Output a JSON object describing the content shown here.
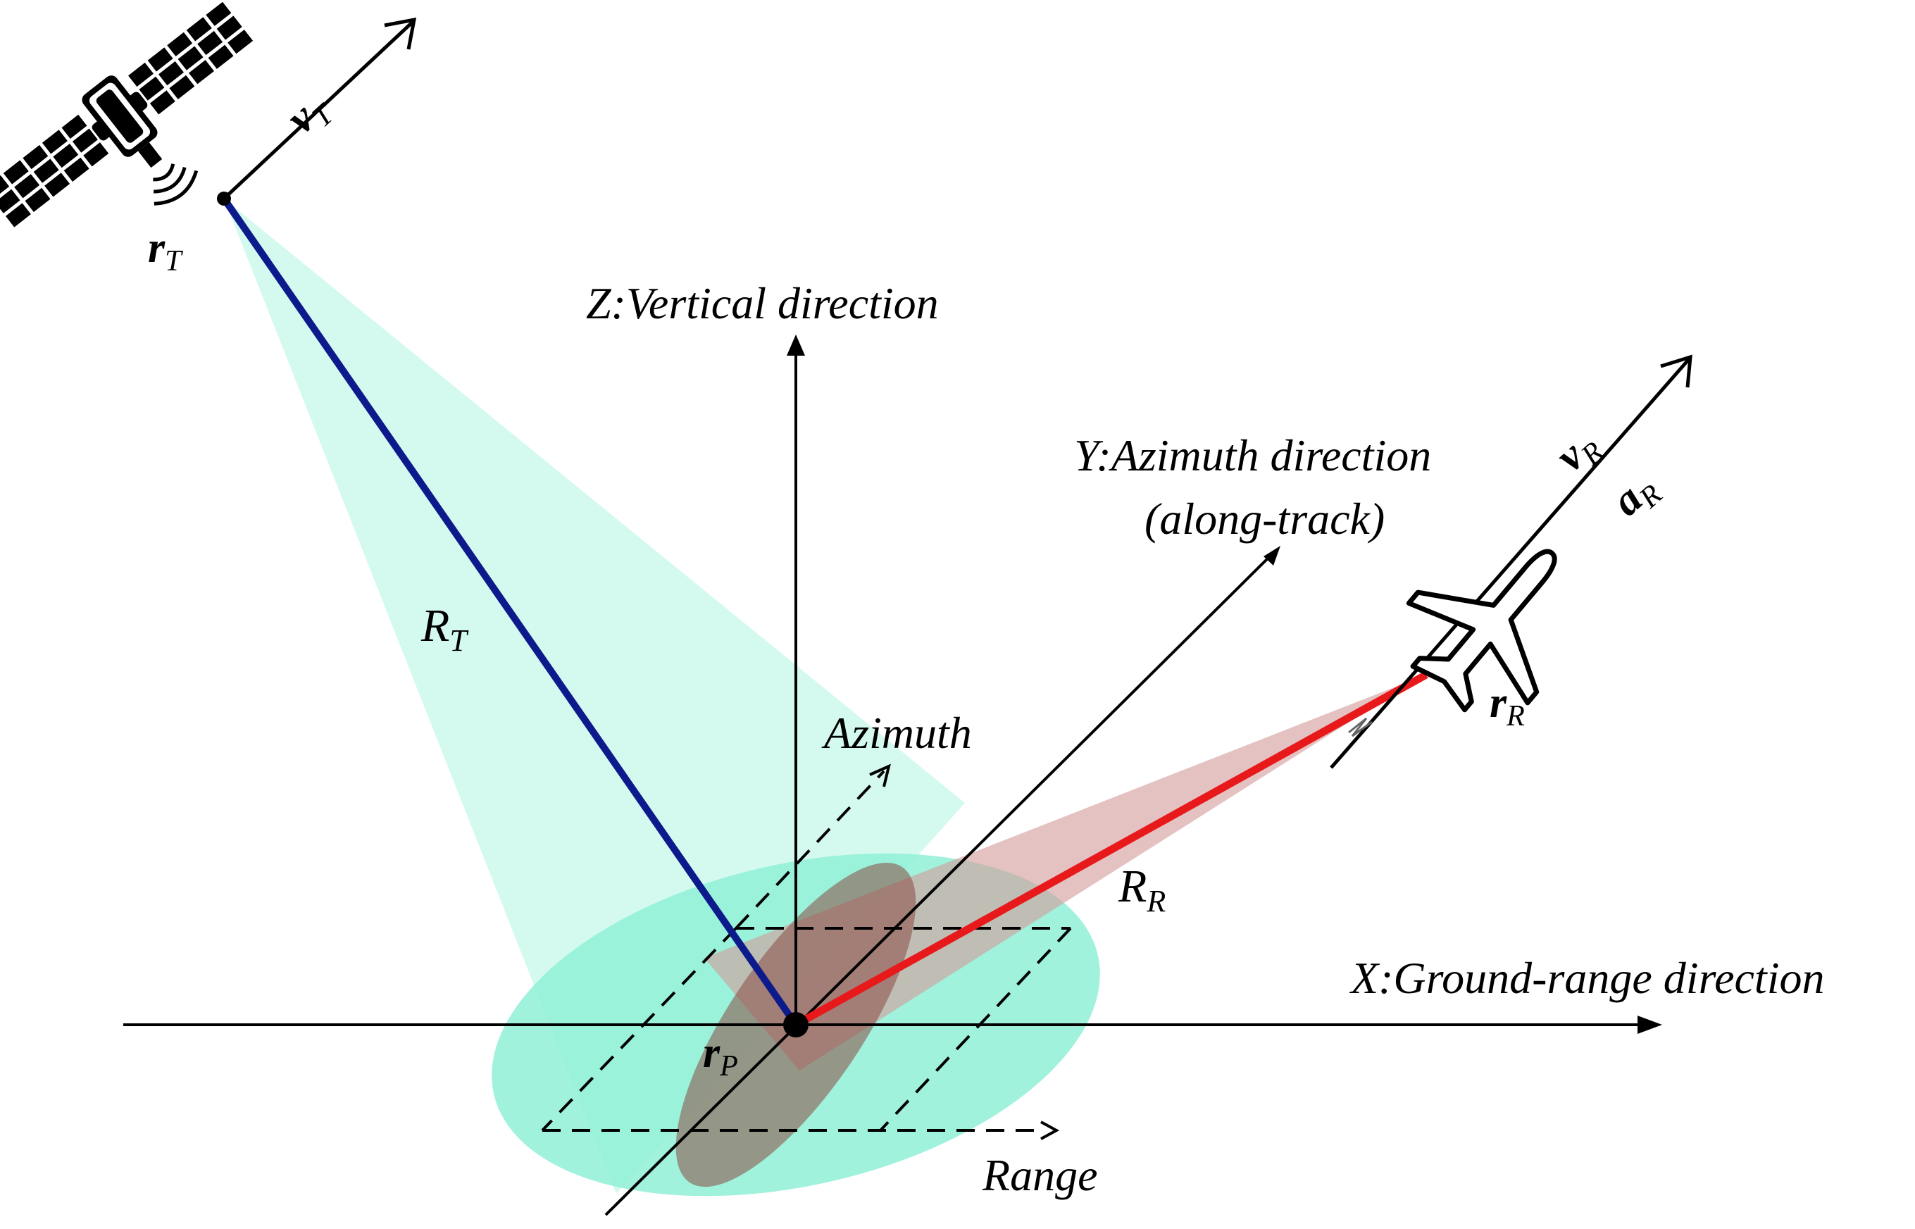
{
  "axes": {
    "z_label": "Z:Vertical direction",
    "y_label_line1": "Y:Azimuth direction",
    "y_label_line2": "(along-track)",
    "x_label": "X:Ground-range direction"
  },
  "ground_grid": {
    "azimuth_label": "Azimuth",
    "range_label": "Range"
  },
  "transmitter": {
    "position": {
      "main": "r",
      "sub": "T"
    },
    "velocity": {
      "main": "v",
      "sub": "T"
    },
    "range": {
      "main": "R",
      "sub": "T"
    }
  },
  "receiver": {
    "position": {
      "main": "r",
      "sub": "R"
    },
    "velocity": {
      "main": "v",
      "sub": "R"
    },
    "acceleration": {
      "main": "a",
      "sub": "R"
    },
    "range": {
      "main": "R",
      "sub": "R"
    }
  },
  "target": {
    "position": {
      "main": "r",
      "sub": "P"
    }
  },
  "colors": {
    "transmit_beam": "#aaf5e0",
    "footprint_large": "#8ff0d6",
    "footprint_small": "#8b4a43",
    "receive_beam": "#d49a9a",
    "transmit_line": "#0c1a8c",
    "receive_line": "#e8191b",
    "axes": "#000000"
  }
}
